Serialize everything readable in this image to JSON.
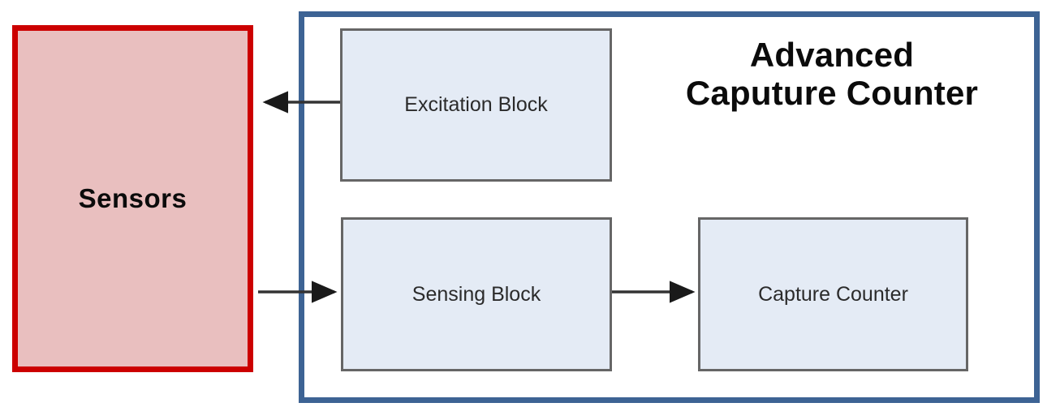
{
  "diagram": {
    "title_lines": [
      "Advanced",
      "Caputure Counter"
    ],
    "boundary_name": "Advanced Caputure Counter",
    "colors": {
      "boundary_border": "#3d6394",
      "sensors_border": "#cc0000",
      "sensors_fill": "#e9bfbf",
      "block_fill": "#e4ebf5",
      "block_border": "#666666",
      "arrow": "#333333",
      "text": "#0b0b0b",
      "background": "#ffffff"
    },
    "blocks": {
      "sensors": {
        "label": "Sensors"
      },
      "excitation": {
        "label": "Excitation Block"
      },
      "sensing": {
        "label": "Sensing Block"
      },
      "capture_counter": {
        "label": "Capture Counter"
      }
    },
    "connections": [
      {
        "name": "excitation-to-sensors",
        "from": "Excitation Block",
        "to": "Sensors",
        "direction": "left"
      },
      {
        "name": "sensors-to-sensing",
        "from": "Sensors",
        "to": "Sensing Block",
        "direction": "right"
      },
      {
        "name": "sensing-to-capture-counter",
        "from": "Sensing Block",
        "to": "Capture Counter",
        "direction": "right"
      }
    ]
  }
}
